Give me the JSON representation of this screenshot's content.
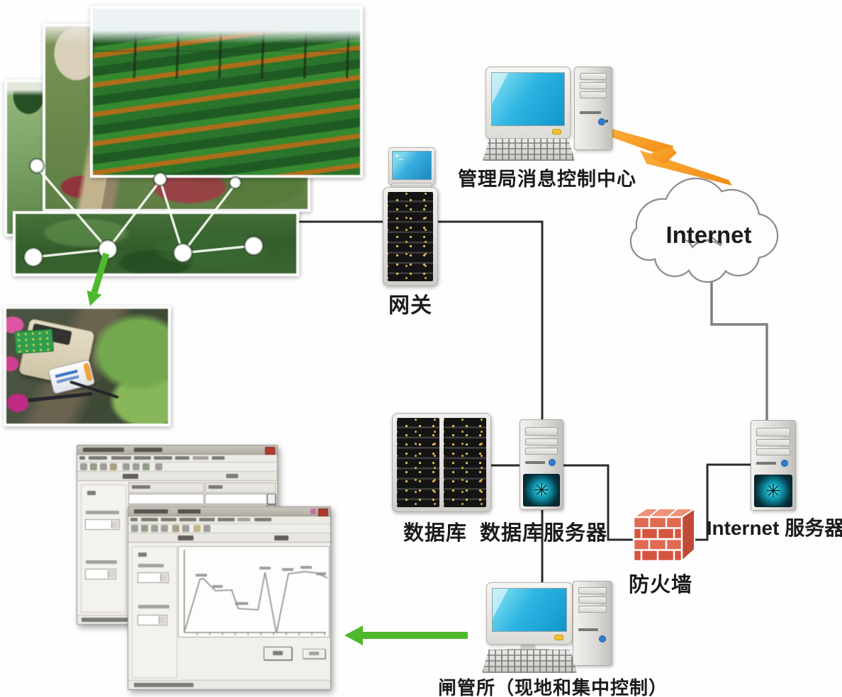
{
  "diagram": {
    "nodes": {
      "gateway": "网关",
      "control_center": "管理局消息控制中心",
      "internet_cloud": "Internet",
      "database": "数据库",
      "database_server": "数据库服务器",
      "firewall": "防火墙",
      "internet_server": "Internet 服务器",
      "gate_station": "闸管所（现地和集中控制）"
    },
    "icons": {
      "gateway_terminal": ">_",
      "server_emblem": "✳"
    },
    "colors": {
      "connector_line": "#2b2b2b",
      "cloud_connector_line": "#7e7e7e",
      "arrow_green": "#4eb92d",
      "lightning_orange": "#f6921e",
      "firewall_brick_red": "#db5b44",
      "monitor_screen_cyan": "#35c3ea",
      "rack_led_yellow": "#e7c34a",
      "server_panel_teal": "#0b3540"
    }
  }
}
